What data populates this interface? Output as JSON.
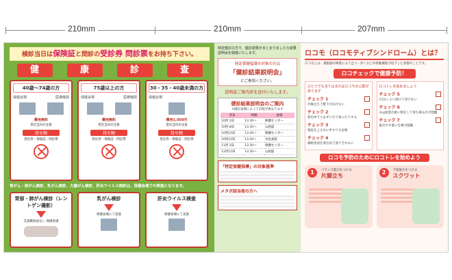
{
  "dimensions": {
    "panel1": "210mm",
    "panel2": "210mm",
    "panel3": "207mm"
  },
  "panel1": {
    "title_pre": "検診当日は",
    "title_hl1": "保険証",
    "title_mid": "と問診の",
    "title_hl2": "受診券 問診票",
    "title_post": "をお持ち下さい。",
    "kenshin": [
      "健",
      "康",
      "診",
      "査"
    ],
    "cols": [
      {
        "head": "40歳～74歳の方",
        "left": "保健会場",
        "right": "医療機関",
        "label": "費用無料",
        "note": "受診当日の注意",
        "tag": "持ち物",
        "items": "受診券・保険証・問診票"
      },
      {
        "head": "75歳以上の方",
        "left": "保健会場",
        "right": "医療機関",
        "label": "費用無料",
        "note": "受診当日の注意",
        "tag": "持ち物",
        "items": "受診券・保険証・問診票"
      },
      {
        "head": "30・35・40歳未満の方",
        "left": "保健会場",
        "right": "",
        "label": "費用1,000円",
        "note": "受診当日の注意",
        "tag": "持ち物",
        "items": "受診券・保険証・問診票"
      }
    ],
    "cancer_note": "胃がん・肺がん検診、乳がん検診、大腸がん検診、肝炎ウイルス検診は、保健会場での実施となります。",
    "cancer": [
      {
        "head": "胃部・肺がん検診（レントゲン撮影）",
        "text": "交通費負担なし 保健会場"
      },
      {
        "head": "乳がん検診",
        "text": "保健会場にて実施"
      },
      {
        "head": "肝炎ウイルス検査",
        "text": "保健会場にて実施"
      }
    ]
  },
  "panel2": {
    "intro": "特定健診の方で、健診結果がまとまりましたら結果説明会を開催いたします。",
    "box_small": "特定保健指導の対象の方は",
    "box_title": "「健診結果説明会」",
    "box_small2": "にご参加ください。",
    "mail": "説明会ご案内状を送付いたします。",
    "schedule_title": "健診結果説明会のご案内",
    "schedule_sub": "※健診会場によって日程が異なります",
    "schedule_headers": [
      "月日",
      "時間",
      "会場"
    ],
    "schedule_rows": [
      [
        "10月 1日",
        "13:30～",
        "保健センター"
      ],
      [
        "10月 8日",
        "13:30～",
        "公民館"
      ],
      [
        "10月15日",
        "13:30～",
        "保健センター"
      ],
      [
        "10月22日",
        "13:30～",
        "文化会館"
      ],
      [
        "11月 5日",
        "13:30～",
        "保健センター"
      ],
      [
        "11月12日",
        "13:30～",
        "公民館"
      ]
    ],
    "block1": "「特定保健指導」の対象基準",
    "block2": "メタボ該当者の方へ"
  },
  "panel3": {
    "title": "ロコモ（ロコモティブシンドローム）とは？",
    "intro": "ロコモとは、運動器の障害により立つ・歩くなどの移動機能が低下した状態のことです。",
    "banner": "ロコチェックで健康予防！",
    "check_head_left": "ひとつでも当てはまればロコモの心配があります",
    "check_head_right": "ロコトレを始めましょう",
    "checks_left": [
      {
        "label": "チェック 1",
        "text": "片脚立ちで靴下がはけない"
      },
      {
        "label": "チェック 2",
        "text": "家の中でつまずいたり滑ったりする"
      },
      {
        "label": "チェック 3",
        "text": "階段を上るのに手すりが必要"
      },
      {
        "label": "チェック 4",
        "text": "横断歩道を青信号で渡りきれない"
      }
    ],
    "checks_right": [
      {
        "label": "チェック 5",
        "text": "15分くらい続けて歩けない"
      },
      {
        "label": "チェック 6",
        "text": "2kg程度の買い物をして持ち帰るのが困難"
      },
      {
        "label": "チェック 7",
        "text": "家のやや重い仕事が困難"
      }
    ],
    "banner2": "ロコモ予防のためにロコトレを始めよう",
    "trainings": [
      {
        "num": "1",
        "sub": "バランス能力をつける",
        "name": "片脚立ち"
      },
      {
        "num": "2",
        "sub": "下肢筋力をつける",
        "name": "スクワット"
      }
    ]
  }
}
